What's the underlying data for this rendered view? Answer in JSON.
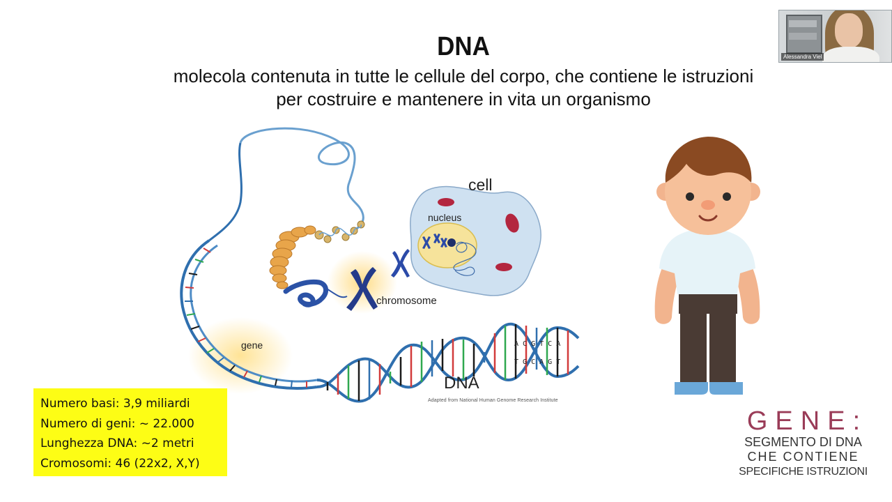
{
  "slide": {
    "title": "DNA",
    "subtitle_line1": "molecola contenuta in tutte le cellule del corpo, che contiene le  istruzioni",
    "subtitle_line2": "per costruire e mantenere in vita un organismo"
  },
  "figure": {
    "labels": {
      "cell": "cell",
      "nucleus": "nucleus",
      "chromosome": "chromosome",
      "gene": "gene",
      "dna": "DNA"
    },
    "credit": "Adapted from National Human Genome Research Institute",
    "colors": {
      "helix_blue": "#2f6fae",
      "chromosome": "#243b8a",
      "nucleus": "#f6e39b",
      "cell": "#cfe1f1",
      "mitochondria": "#b3263f"
    }
  },
  "stats": [
    "Numero basi: 3,9 miliardi",
    "Numero di geni: ~ 22.000",
    "Lunghezza DNA: ~2 metri",
    "Cromosomi: 46 (22x2, X,Y)"
  ],
  "stats_box_color": "#fdfd15",
  "gene_definition": {
    "title": "GENE:",
    "line1": "SEGMENTO DI DNA",
    "line2": "CHE CONTIENE",
    "line3": "SPECIFICHE ISTRUZIONI",
    "title_color": "#9a3c58"
  },
  "boy_illustration": {
    "icon": "boy-cartoon-icon"
  },
  "webcam": {
    "participant_name": "Alessandra Viel"
  }
}
